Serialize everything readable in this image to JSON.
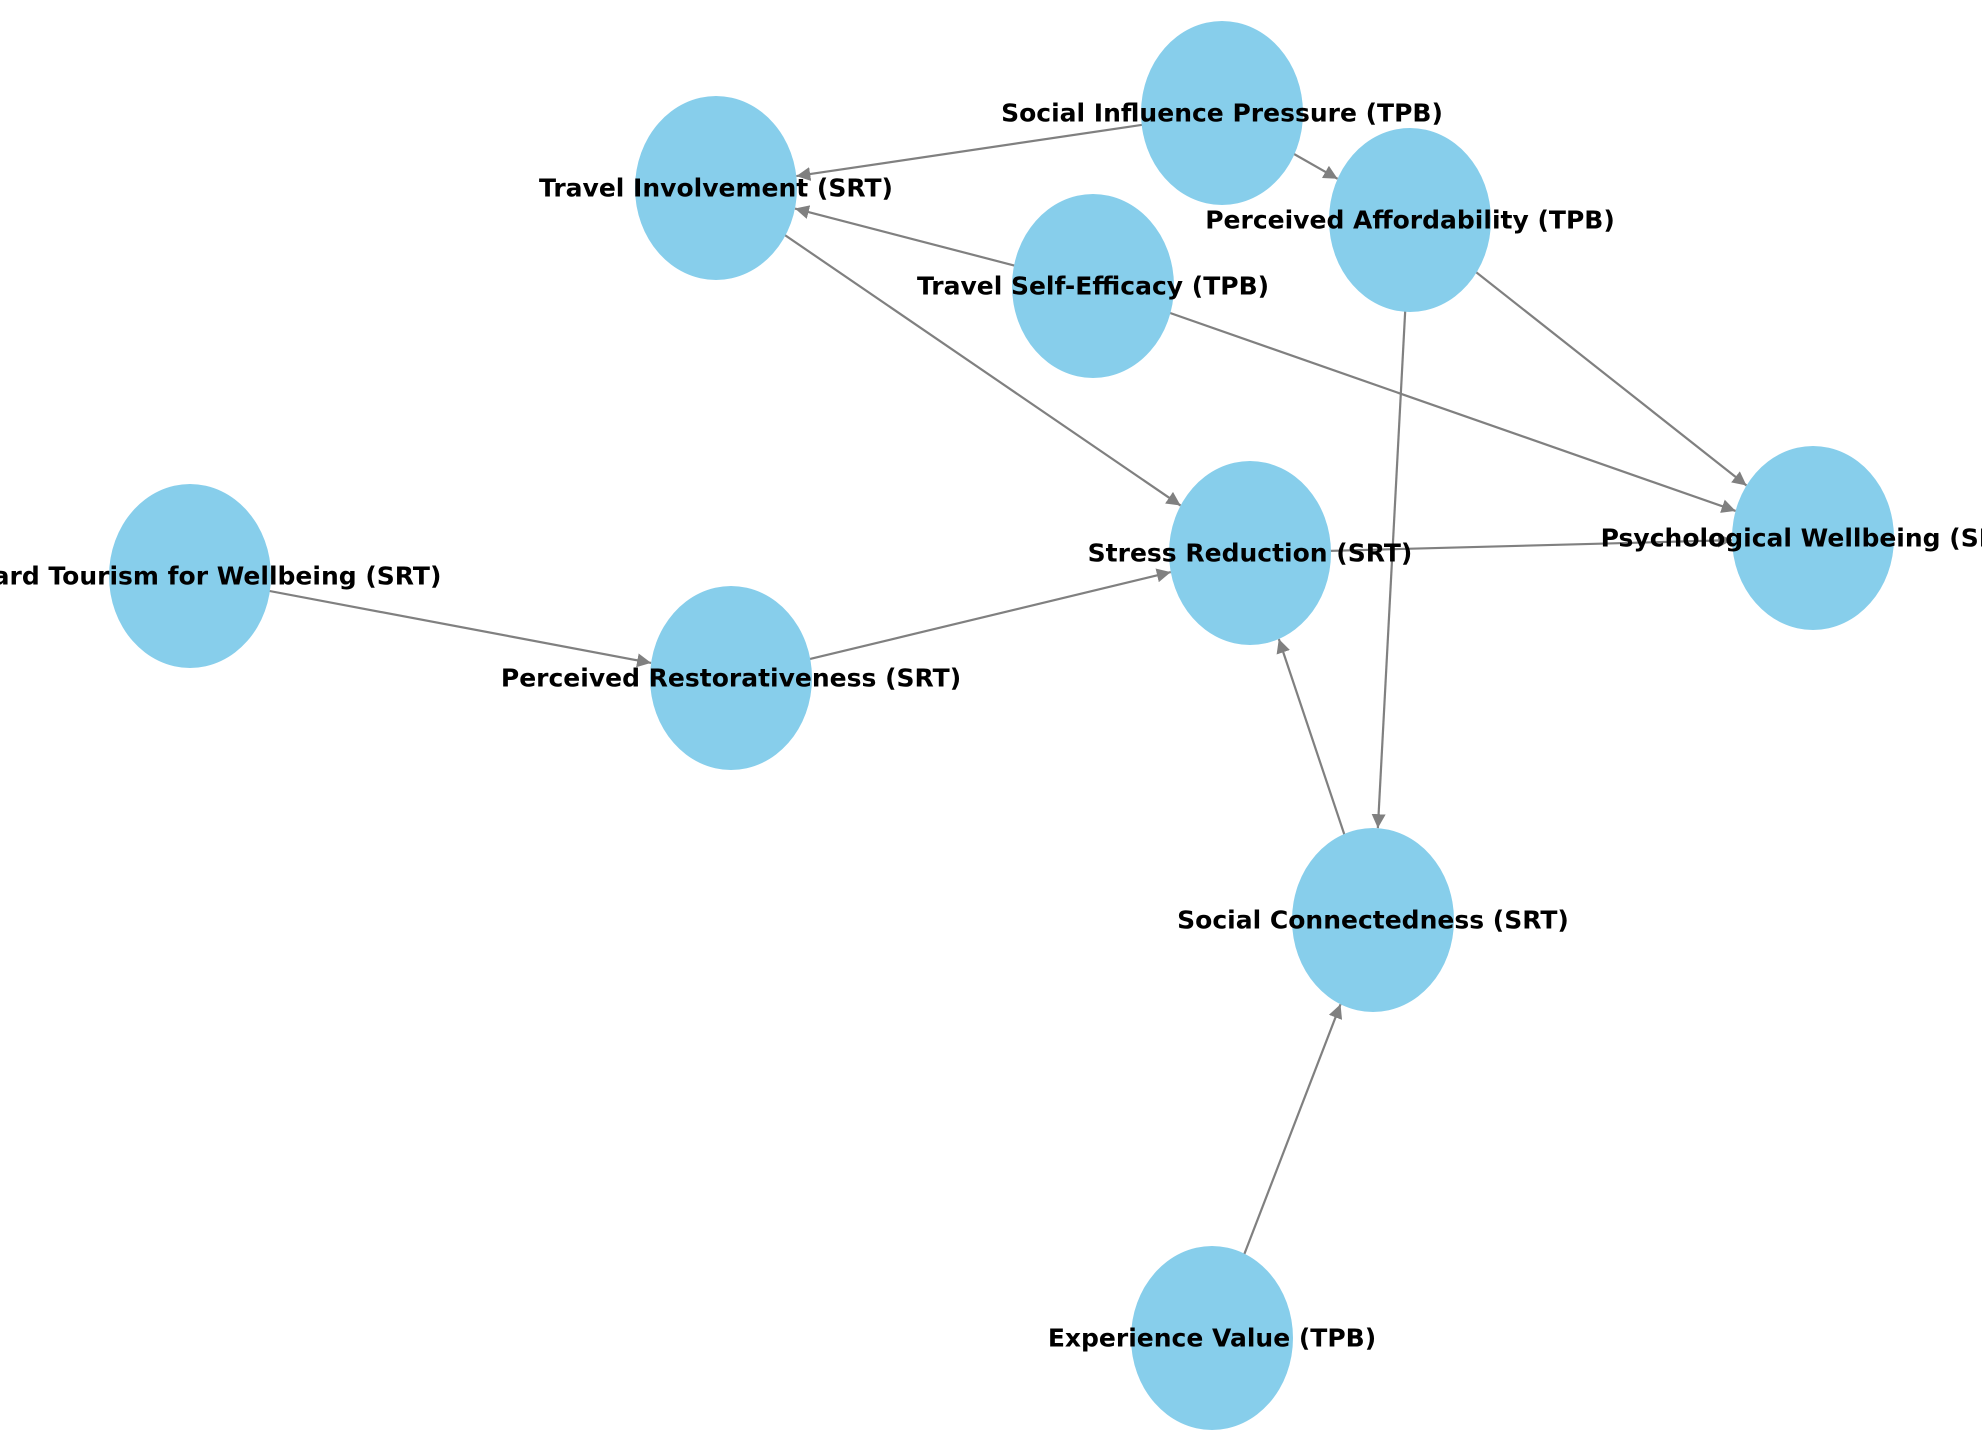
{
  "colors": {
    "node_fill": "#87ceeb",
    "edge": "#808080",
    "label": "#000000",
    "background": "#ffffff"
  },
  "diagram": {
    "type": "directed-graph",
    "nodes": [
      {
        "id": "spi",
        "label": "Social Influence Pressure (TPB)"
      },
      {
        "id": "ti",
        "label": "Travel Involvement (SRT)"
      },
      {
        "id": "pa",
        "label": "Perceived Affordability (TPB)"
      },
      {
        "id": "tse",
        "label": "Travel Self-Efficacy (TPB)"
      },
      {
        "id": "pw",
        "label": "Psychological Wellbeing (SRT)"
      },
      {
        "id": "sr",
        "label": "Stress Reduction (SRT)"
      },
      {
        "id": "ttw",
        "label": "Toward Tourism for Wellbeing (SRT)"
      },
      {
        "id": "pr",
        "label": "Perceived Restorativeness (SRT)"
      },
      {
        "id": "sc",
        "label": "Social Connectedness (SRT)"
      },
      {
        "id": "ev",
        "label": "Experience Value (TPB)"
      }
    ],
    "edges": [
      {
        "from": "spi",
        "to": "ti"
      },
      {
        "from": "spi",
        "to": "pa"
      },
      {
        "from": "tse",
        "to": "ti"
      },
      {
        "from": "ti",
        "to": "sr"
      },
      {
        "from": "tse",
        "to": "pw"
      },
      {
        "from": "pa",
        "to": "pw"
      },
      {
        "from": "pa",
        "to": "sc"
      },
      {
        "from": "sr",
        "to": "pw"
      },
      {
        "from": "ttw",
        "to": "pr"
      },
      {
        "from": "pr",
        "to": "sr"
      },
      {
        "from": "sc",
        "to": "sr"
      },
      {
        "from": "ev",
        "to": "sc"
      }
    ]
  }
}
